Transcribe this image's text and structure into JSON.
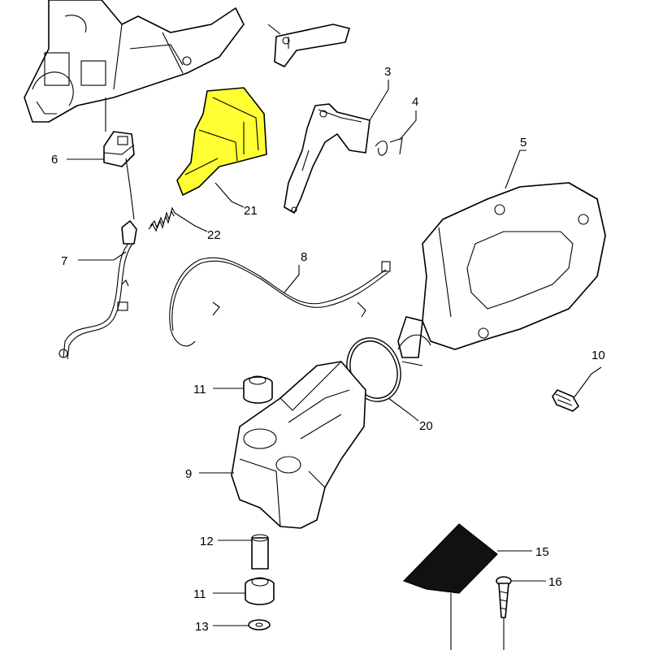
{
  "diagram": {
    "highlight_color": "#ffff33",
    "decal_color": "#111111",
    "callouts": [
      {
        "id": "3",
        "label": "3"
      },
      {
        "id": "4",
        "label": "4"
      },
      {
        "id": "5",
        "label": "5"
      },
      {
        "id": "6",
        "label": "6"
      },
      {
        "id": "7",
        "label": "7"
      },
      {
        "id": "8",
        "label": "8"
      },
      {
        "id": "9",
        "label": "9"
      },
      {
        "id": "10",
        "label": "10"
      },
      {
        "id": "11a",
        "label": "11"
      },
      {
        "id": "11b",
        "label": "11"
      },
      {
        "id": "12",
        "label": "12"
      },
      {
        "id": "13",
        "label": "13"
      },
      {
        "id": "15",
        "label": "15"
      },
      {
        "id": "16",
        "label": "16"
      },
      {
        "id": "20",
        "label": "20"
      },
      {
        "id": "21",
        "label": "21"
      },
      {
        "id": "22",
        "label": "22"
      }
    ]
  }
}
